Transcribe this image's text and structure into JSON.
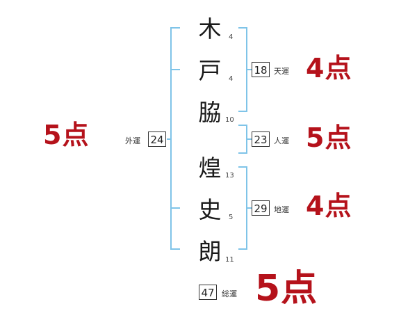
{
  "name_chars": [
    {
      "char": "木",
      "strokes": "4"
    },
    {
      "char": "戸",
      "strokes": "4"
    },
    {
      "char": "脇",
      "strokes": "10"
    },
    {
      "char": "煌",
      "strokes": "13"
    },
    {
      "char": "史",
      "strokes": "5"
    },
    {
      "char": "朗",
      "strokes": "11"
    }
  ],
  "fortunes": {
    "ten": {
      "label": "天運",
      "value": "18",
      "score": "4点"
    },
    "jin": {
      "label": "人運",
      "value": "23",
      "score": "5点"
    },
    "chi": {
      "label": "地運",
      "value": "29",
      "score": "4点"
    },
    "gai": {
      "label": "外運",
      "value": "24",
      "score": "5点"
    },
    "so": {
      "label": "総運",
      "value": "47",
      "score": "5点"
    }
  },
  "colors": {
    "bracket": "#7fc4e8",
    "score": "#b5121b"
  }
}
